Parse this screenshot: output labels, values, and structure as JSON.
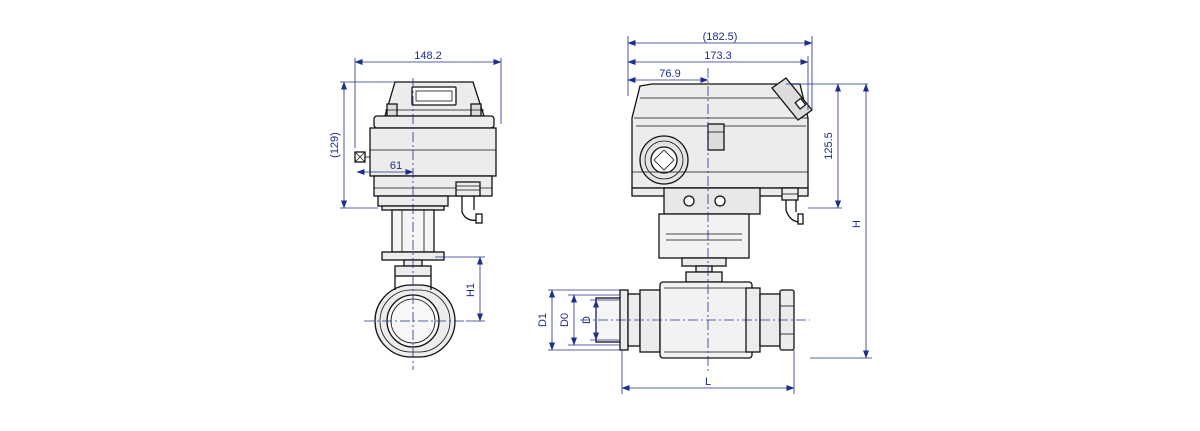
{
  "drawing": {
    "colors": {
      "line": "#111111",
      "dimension": "#1d2f8a",
      "body_fill": "#f2f2f2",
      "actuator_fill": "#ececec",
      "background": "#ffffff"
    },
    "side_view": {
      "width_label": "148.2",
      "height_label": "(129)",
      "offset_label": "61",
      "h1_label": "H1"
    },
    "front_view": {
      "overall_label": "(182.5)",
      "width_label": "173.3",
      "offset_label": "76.9",
      "height_label": "125.5",
      "total_height_label": "H",
      "d1_label": "D1",
      "d0_label": "D0",
      "d_label": "D",
      "length_label": "L"
    }
  }
}
